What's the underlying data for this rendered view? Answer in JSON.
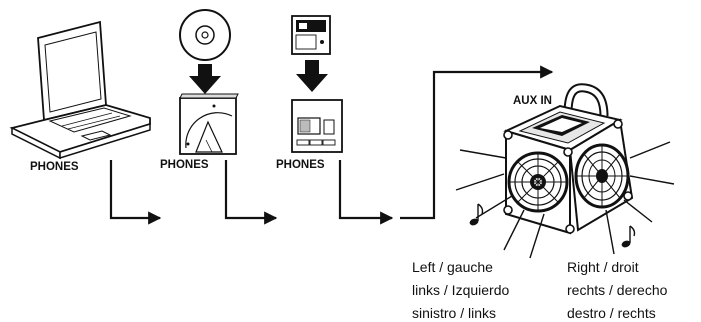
{
  "devices": {
    "laptop": {
      "jack_label": "PHONES",
      "icon": "laptop-icon"
    },
    "cd_player": {
      "jack_label": "PHONES",
      "icon": "cd-player-icon",
      "media_icon": "cd-disc-icon"
    },
    "md_player": {
      "jack_label": "PHONES",
      "icon": "minidisc-player-icon",
      "media_icon": "minidisc-icon"
    }
  },
  "speaker": {
    "input_label": "AUX IN",
    "icon": "speaker-cube-icon",
    "left_label": [
      "Left / gauche",
      "links / Izquierdo",
      "sinistro / links"
    ],
    "right_label": [
      "Right / droit",
      "rechts / derecho",
      "destro / rechts"
    ]
  },
  "colors": {
    "line": "#111111",
    "fill": "#ffffff",
    "tone": "#dcdcdc"
  }
}
